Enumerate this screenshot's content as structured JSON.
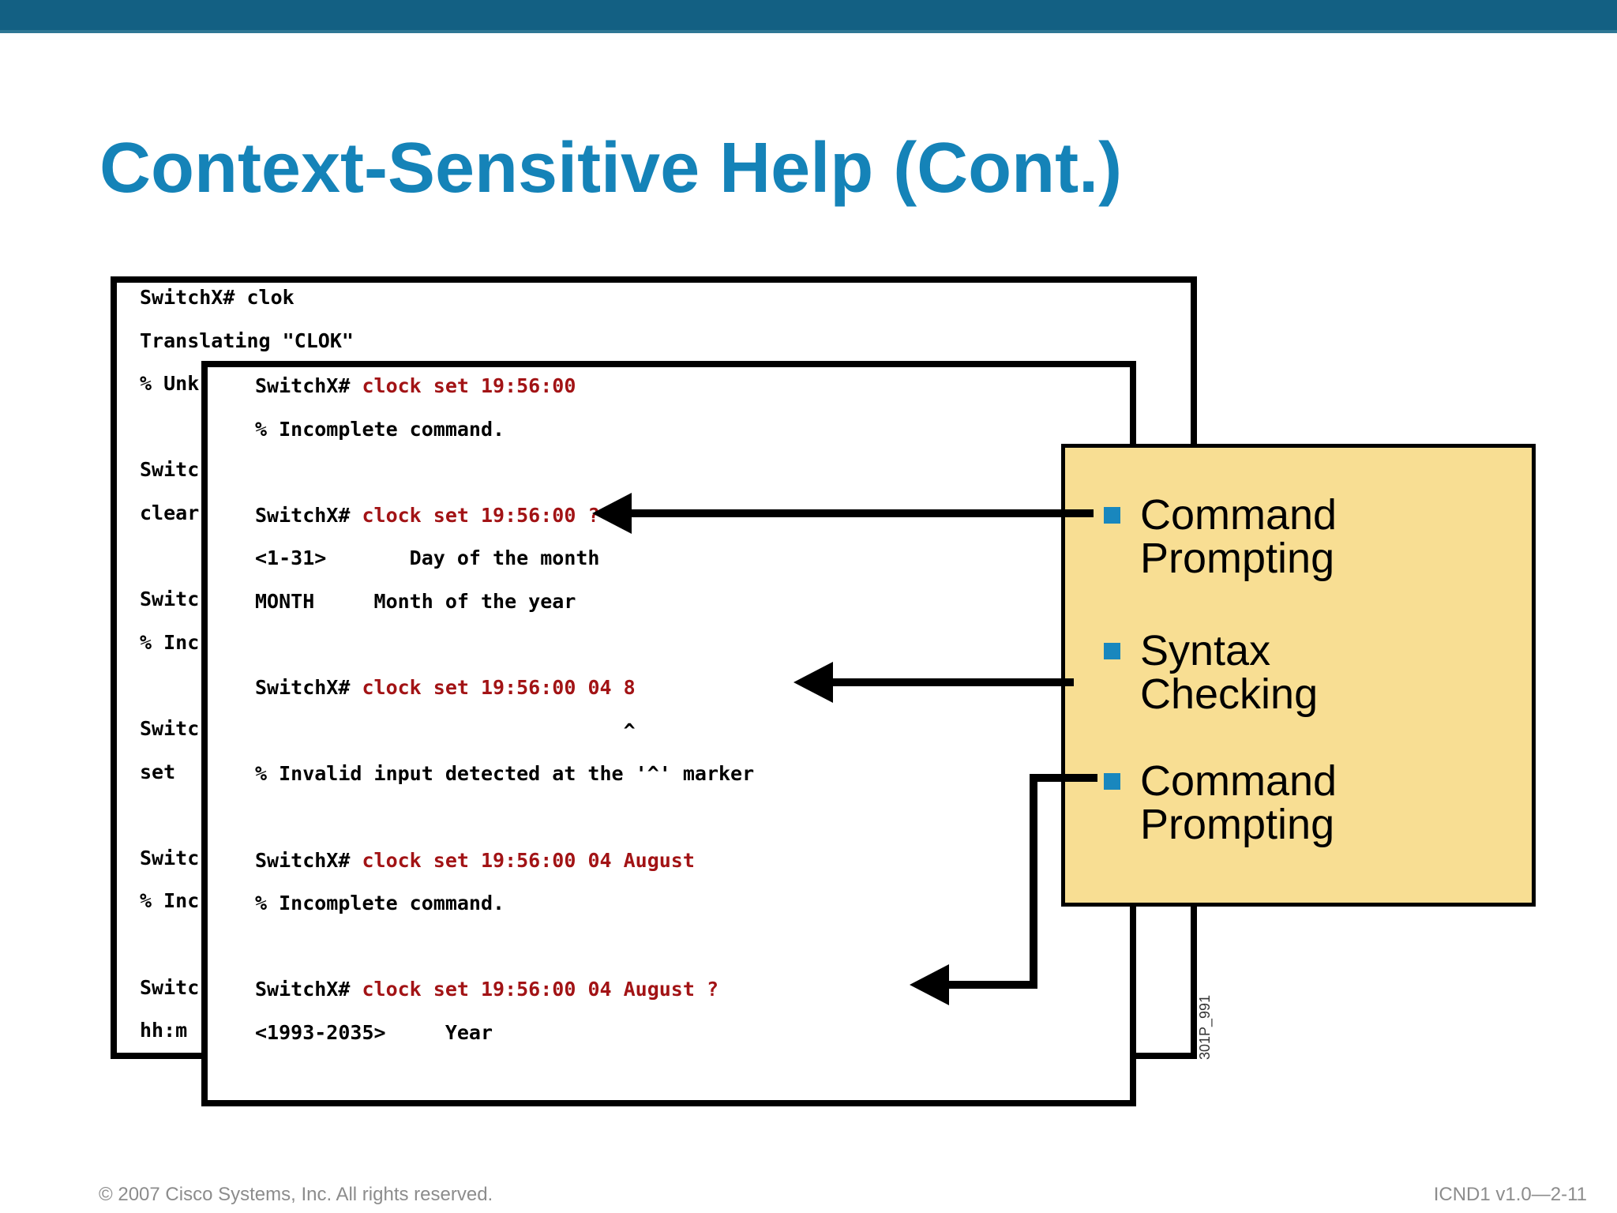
{
  "slide": {
    "title": "Context-Sensitive Help (Cont.)",
    "footer_left": "© 2007 Cisco Systems, Inc. All rights reserved.",
    "footer_right": "ICND1 v1.0—2-11",
    "figure_id": "301P_991"
  },
  "colors": {
    "top_bar": "#136083",
    "title": "#1583b8",
    "command_red": "#a21315",
    "callout_bg": "#f8de93",
    "bullet_blue": "#1987be",
    "footer_gray": "#8c8c8c"
  },
  "terminal_back": {
    "lines": [
      "SwitchX# clok",
      "Translating \"CLOK\"",
      "% Unk",
      "",
      "Switc",
      "clear",
      "",
      "Switc",
      "% Inc",
      "",
      "Switc",
      "set",
      "",
      "Switc",
      "% Inc",
      "",
      "Switc",
      "hh:m"
    ]
  },
  "terminal_front": {
    "lines": [
      [
        [
          "k",
          "SwitchX# "
        ],
        [
          "r",
          "clock set 19:56:00"
        ]
      ],
      [
        [
          "k",
          "% Incomplete command."
        ]
      ],
      [],
      [
        [
          "k",
          "SwitchX# "
        ],
        [
          "r",
          "clock set 19:56:00 ?"
        ]
      ],
      [
        [
          "k",
          "<1-31>       Day of the month"
        ]
      ],
      [
        [
          "k",
          "MONTH     Month of the year"
        ]
      ],
      [],
      [
        [
          "k",
          "SwitchX# "
        ],
        [
          "r",
          "clock set 19:56:00 04 8"
        ]
      ],
      [
        [
          "k",
          "                               ^"
        ]
      ],
      [
        [
          "k",
          "% Invalid input detected at the '^' marker"
        ]
      ],
      [],
      [
        [
          "k",
          "SwitchX# "
        ],
        [
          "r",
          "clock set 19:56:00 04 August"
        ]
      ],
      [
        [
          "k",
          "% Incomplete command."
        ]
      ],
      [],
      [
        [
          "k",
          "SwitchX# "
        ],
        [
          "r",
          "clock set 19:56:00 04 August ?"
        ]
      ],
      [
        [
          "k",
          "<1993-2035>     Year"
        ]
      ]
    ]
  },
  "callout": {
    "items": [
      "Command\nPrompting",
      "Syntax\nChecking",
      "Command\nPrompting"
    ]
  }
}
